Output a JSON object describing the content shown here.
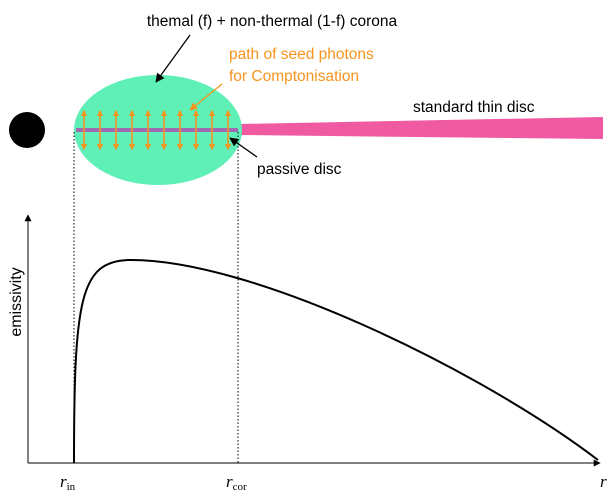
{
  "labels": {
    "corona": "themal (f) + non-thermal (1-f) corona",
    "seed_photons_line1": "path of seed photons",
    "seed_photons_line2": "for Comptonisation",
    "thin_disc": "standard thin disc",
    "passive_disc": "passive disc"
  },
  "axes": {
    "ylabel": "emissivity",
    "r_in_main": "r",
    "r_in_sub": "in",
    "r_cor_main": "r",
    "r_cor_sub": "cor",
    "r_axis": "r"
  },
  "colors": {
    "corona": "#5ef0b6",
    "disc": "#f05aa0",
    "arrows": "#f7941d",
    "seed_text": "#f7941d",
    "black_hole": "#000000",
    "curve": "#000000"
  },
  "icons": {
    "black_hole": "filled-circle"
  }
}
